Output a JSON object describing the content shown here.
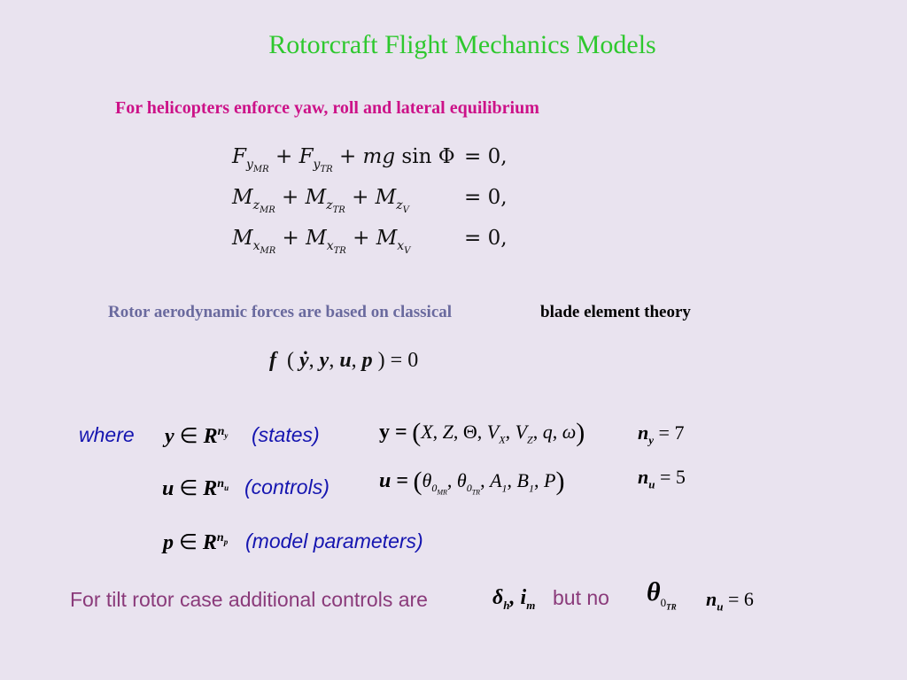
{
  "title": "Rotorcraft Flight Mechanics Models",
  "subtitle": "For helicopters enforce yaw, roll and lateral equilibrium",
  "equilibrium": [
    {
      "lhs": "F_yMR + F_yTR + mg sin Φ",
      "rhs": "= 0,"
    },
    {
      "lhs": "M_zMR + M_zTR + M_zV",
      "rhs": "= 0,"
    },
    {
      "lhs": "M_xMR + M_xTR + M_xV",
      "rhs": "= 0,"
    }
  ],
  "rotor_text": "Rotor aerodynamic forces are based on classical",
  "rotor_theory": "blade element theory",
  "implicit_model": "f ( ẏ, y, u, p ) = 0",
  "where_label": "where",
  "definitions": [
    {
      "set": "y ∈ R^n_y",
      "note": "(states)",
      "vector": "y = (X, Z, Θ, V_X, V_Z, q, ω)",
      "count": "n_y = 7"
    },
    {
      "set": "u ∈ R^n_u",
      "note": "(controls)",
      "vector": "u = (θ_0MR, θ_0TR, A_1, B_1, P)",
      "count": "n_u = 5"
    },
    {
      "set": "p ∈ R^n_p",
      "note": "(model parameters)"
    }
  ],
  "tilt_text": "For tilt rotor case additional controls are",
  "tilt_controls": "δ_h, i_m",
  "but_no": "but no",
  "tilt_excluded": "θ_0TR",
  "tilt_count": "n_u = 6",
  "colors": {
    "background": "#e9e3ef",
    "title": "#2ec82e",
    "subtitle": "#cc1288",
    "rotor_text": "#6a6a9e",
    "annotation_blue": "#1515b0",
    "tilt_text": "#8a3a7a"
  }
}
